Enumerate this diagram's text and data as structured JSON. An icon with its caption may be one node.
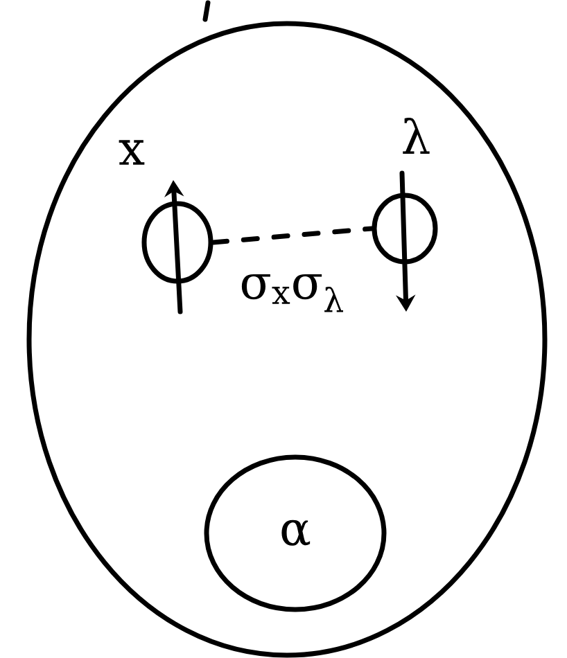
{
  "diagram": {
    "nodes": [
      {
        "text": [],
        "shape": "circle"
      },
      {
        "text": [],
        "shape": "circle",
        "in": 0,
        "beside": [
          "x"
        ]
      },
      {
        "text": [],
        "shape": "circle",
        "in": 0,
        "beside": [
          "λ"
        ]
      },
      {
        "text": [
          "α"
        ],
        "in": 0
      }
    ],
    "edges": [
      {
        "from": 1,
        "to": 2,
        "arrow": "none",
        "style": "dashed",
        "label": "σ$_{x}$σ$_{λ}$"
      }
    ]
  }
}
